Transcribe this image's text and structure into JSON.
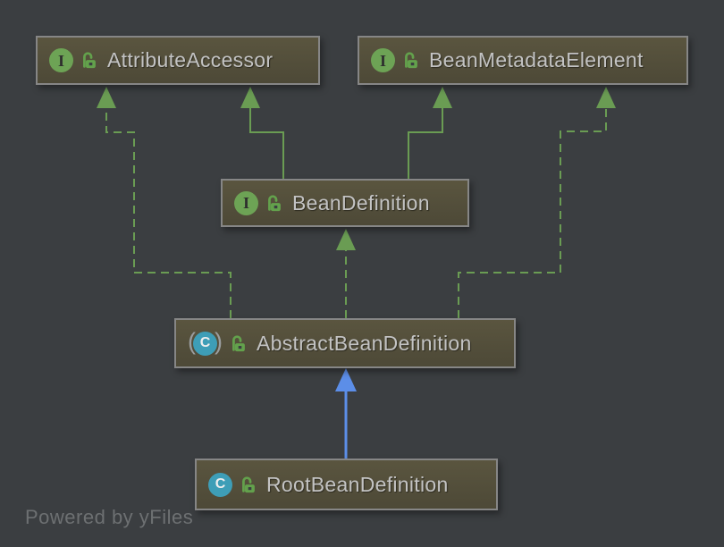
{
  "colors": {
    "canvas_bg": "#3b3e41",
    "node_fill_top": "#5a553f",
    "node_fill_bottom": "#4d4937",
    "node_border": "#868686",
    "node_text": "#c3c3c3",
    "edge_green": "#6a9c53",
    "edge_blue": "#5c8ee8",
    "interface_icon_bg": "#6da355",
    "interface_icon_letter": "#2e2e2e",
    "class_icon_bg": "#3e9eb7",
    "class_icon_letter": "#eeeeee",
    "abstract_paren": "#9a9d9f",
    "lock_icon": "#63a14c",
    "watermark_text": "#6d7072"
  },
  "icons": {
    "interface_letter": "I",
    "class_letter": "C",
    "abstract_paren_left": "(",
    "abstract_paren_right": ")"
  },
  "diagram": {
    "nodes": [
      {
        "label": "AttributeAccessor",
        "kind": "interface",
        "visibility": "public"
      },
      {
        "label": "BeanMetadataElement",
        "kind": "interface",
        "visibility": "public"
      },
      {
        "label": "BeanDefinition",
        "kind": "interface",
        "visibility": "public"
      },
      {
        "label": "AbstractBeanDefinition",
        "kind": "abstract class",
        "visibility": "public"
      },
      {
        "label": "RootBeanDefinition",
        "kind": "class",
        "visibility": "public"
      }
    ],
    "edges": [
      {
        "from": "BeanDefinition",
        "to": "AttributeAccessor",
        "relation": "extends",
        "line": "solid",
        "color": "green"
      },
      {
        "from": "BeanDefinition",
        "to": "BeanMetadataElement",
        "relation": "extends",
        "line": "solid",
        "color": "green"
      },
      {
        "from": "AbstractBeanDefinition",
        "to": "AttributeAccessor",
        "relation": "implements",
        "line": "dashed",
        "color": "green"
      },
      {
        "from": "AbstractBeanDefinition",
        "to": "BeanMetadataElement",
        "relation": "implements",
        "line": "dashed",
        "color": "green"
      },
      {
        "from": "AbstractBeanDefinition",
        "to": "BeanDefinition",
        "relation": "implements",
        "line": "dashed",
        "color": "green"
      },
      {
        "from": "RootBeanDefinition",
        "to": "AbstractBeanDefinition",
        "relation": "extends",
        "line": "solid",
        "color": "blue"
      }
    ],
    "watermark": "Powered by yFiles"
  }
}
